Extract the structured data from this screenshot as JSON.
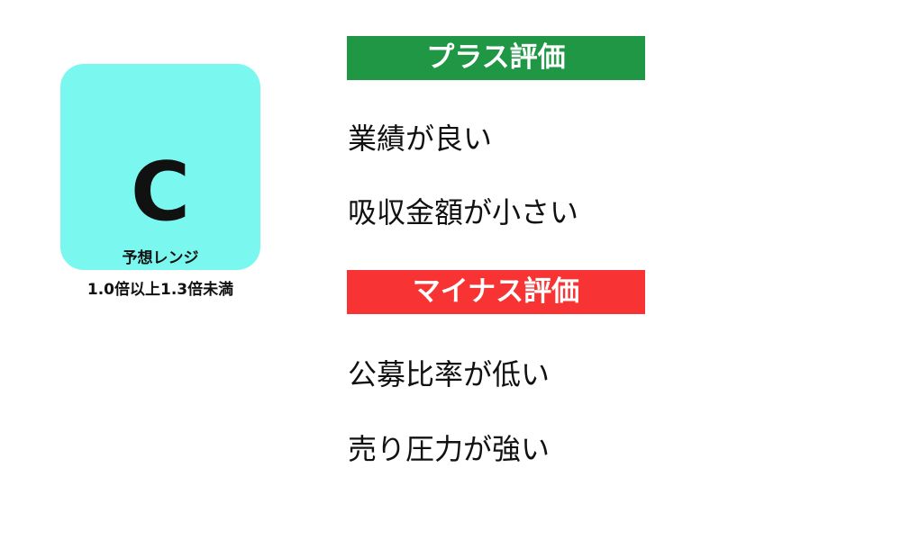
{
  "grade_card": {
    "letter": "C",
    "range_label": "予想レンジ",
    "range_value": "1.0倍以上1.3倍未満",
    "bg_color": "#7af8ef"
  },
  "plus_section": {
    "title": "プラス評価",
    "color": "#1f9744",
    "items": [
      {
        "label": "業績が良い"
      },
      {
        "label": "吸収金額が小さい"
      }
    ]
  },
  "minus_section": {
    "title": "マイナス評価",
    "color": "#f73333",
    "items": [
      {
        "label": "公募比率が低い"
      },
      {
        "label": "売り圧力が強い"
      }
    ]
  }
}
